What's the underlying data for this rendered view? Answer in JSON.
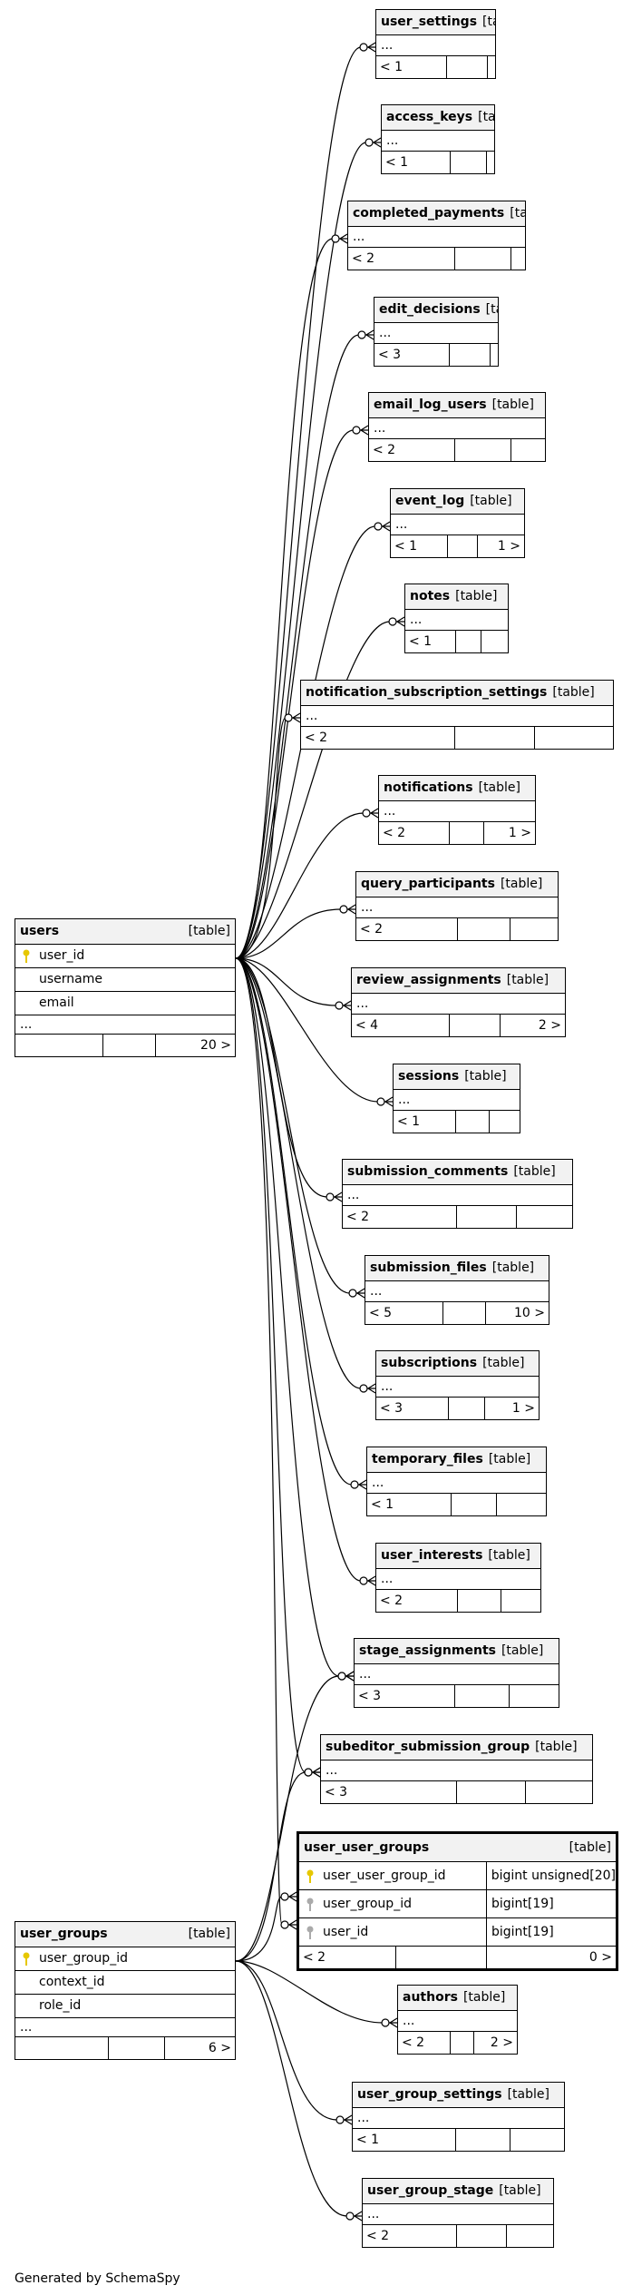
{
  "footer": {
    "credit": "Generated by SchemaSpy"
  },
  "users": {
    "name": "users",
    "kind": "[table]",
    "columns": [
      {
        "name": "user_id",
        "pk": true
      },
      {
        "name": "username"
      },
      {
        "name": "email"
      }
    ],
    "more": "...",
    "counts": [
      "",
      "",
      "20 >"
    ]
  },
  "user_groups": {
    "name": "user_groups",
    "kind": "[table]",
    "columns": [
      {
        "name": "user_group_id",
        "pk": true
      },
      {
        "name": "context_id"
      },
      {
        "name": "role_id"
      }
    ],
    "more": "...",
    "counts": [
      "",
      "",
      "6 >"
    ]
  },
  "user_user_groups": {
    "name": "user_user_groups",
    "kind": "[table]",
    "columns": [
      {
        "name": "user_user_group_id",
        "type": "bigint unsigned[20]",
        "key": "pk"
      },
      {
        "name": "user_group_id",
        "type": "bigint[19]",
        "key": "fk"
      },
      {
        "name": "user_id",
        "type": "bigint[19]",
        "key": "fk"
      }
    ],
    "counts": [
      "< 2",
      "",
      "0 >"
    ]
  },
  "child_tables": [
    {
      "name": "user_settings",
      "kind": "[table]",
      "more": "...",
      "counts": [
        "< 1",
        "",
        ""
      ]
    },
    {
      "name": "access_keys",
      "kind": "[table]",
      "more": "...",
      "counts": [
        "< 1",
        "",
        ""
      ]
    },
    {
      "name": "completed_payments",
      "kind": "[table]",
      "more": "...",
      "counts": [
        "< 2",
        "",
        ""
      ]
    },
    {
      "name": "edit_decisions",
      "kind": "[table]",
      "more": "...",
      "counts": [
        "< 3",
        "",
        ""
      ]
    },
    {
      "name": "email_log_users",
      "kind": "[table]",
      "more": "...",
      "counts": [
        "< 2",
        "",
        ""
      ]
    },
    {
      "name": "event_log",
      "kind": "[table]",
      "more": "...",
      "counts": [
        "< 1",
        "",
        "1 >"
      ]
    },
    {
      "name": "notes",
      "kind": "[table]",
      "more": "...",
      "counts": [
        "< 1",
        "",
        ""
      ]
    },
    {
      "name": "notification_subscription_settings",
      "kind": "[table]",
      "more": "...",
      "counts": [
        "< 2",
        "",
        ""
      ]
    },
    {
      "name": "notifications",
      "kind": "[table]",
      "more": "...",
      "counts": [
        "< 2",
        "",
        "1 >"
      ]
    },
    {
      "name": "query_participants",
      "kind": "[table]",
      "more": "...",
      "counts": [
        "< 2",
        "",
        ""
      ]
    },
    {
      "name": "review_assignments",
      "kind": "[table]",
      "more": "...",
      "counts": [
        "< 4",
        "",
        "2 >"
      ]
    },
    {
      "name": "sessions",
      "kind": "[table]",
      "more": "...",
      "counts": [
        "< 1",
        "",
        ""
      ]
    },
    {
      "name": "submission_comments",
      "kind": "[table]",
      "more": "...",
      "counts": [
        "< 2",
        "",
        ""
      ]
    },
    {
      "name": "submission_files",
      "kind": "[table]",
      "more": "...",
      "counts": [
        "< 5",
        "",
        "10 >"
      ]
    },
    {
      "name": "subscriptions",
      "kind": "[table]",
      "more": "...",
      "counts": [
        "< 3",
        "",
        "1 >"
      ]
    },
    {
      "name": "temporary_files",
      "kind": "[table]",
      "more": "...",
      "counts": [
        "< 1",
        "",
        ""
      ]
    },
    {
      "name": "user_interests",
      "kind": "[table]",
      "more": "...",
      "counts": [
        "< 2",
        "",
        ""
      ]
    },
    {
      "name": "stage_assignments",
      "kind": "[table]",
      "more": "...",
      "counts": [
        "< 3",
        "",
        ""
      ]
    },
    {
      "name": "subeditor_submission_group",
      "kind": "[table]",
      "more": "...",
      "counts": [
        "< 3",
        "",
        ""
      ]
    },
    {
      "name": "authors",
      "kind": "[table]",
      "more": "...",
      "counts": [
        "< 2",
        "",
        "2 >"
      ]
    },
    {
      "name": "user_group_settings",
      "kind": "[table]",
      "more": "...",
      "counts": [
        "< 1",
        "",
        ""
      ]
    },
    {
      "name": "user_group_stage",
      "kind": "[table]",
      "more": "...",
      "counts": [
        "< 2",
        "",
        ""
      ]
    }
  ]
}
